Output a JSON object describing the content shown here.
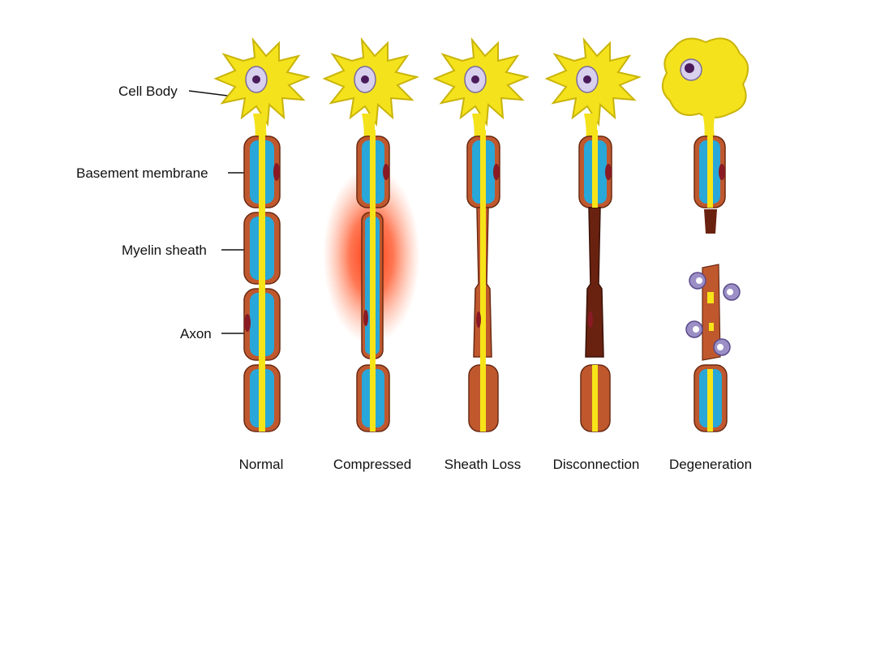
{
  "labels": {
    "cell_body": "Cell Body",
    "basement_membrane": "Basement membrane",
    "myelin_sheath": "Myelin sheath",
    "axon": "Axon"
  },
  "stages": [
    {
      "id": "normal",
      "label": "Normal"
    },
    {
      "id": "compressed",
      "label": "Compressed"
    },
    {
      "id": "sheath-loss",
      "label": "Sheath Loss"
    },
    {
      "id": "disconnection",
      "label": "Disconnection"
    },
    {
      "id": "degeneration",
      "label": "Degeneration"
    }
  ],
  "colors": {
    "cell_yellow": "#f4e21c",
    "cell_outline": "#c9b40a",
    "nucleus": "#d8d0ec",
    "nucleolus": "#4a1a5a",
    "membrane": "#c0582e",
    "membrane_dark": "#6a2a12",
    "myelin": "#29a7d8",
    "axon": "#f7e418",
    "schwann_nucleus": "#8a1a24",
    "compression": "#ff2a00",
    "macrophage": "#9b8fc6"
  }
}
